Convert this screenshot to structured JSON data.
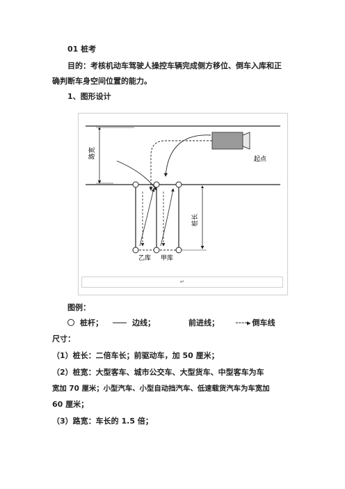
{
  "doc": {
    "heading": "01 桩考",
    "purpose_line1": "目的：考核机动车驾驶人操控车辆完成侧方移位、倒车入库和正",
    "purpose_line2": "确判断车身空间位置的能力。",
    "section": "1、图形设计",
    "legend_title": "图例：",
    "legend_pole": "桩杆；",
    "legend_edge": "边线；",
    "legend_forward": "前进线；",
    "legend_reverse": "倒车线",
    "size_title": "尺寸：",
    "item1": "（1）桩长：二倍车长；前驱动车，加 50 厘米；",
    "item2_line1": "（2）桩宽：大型客车、城市公交车、大型货车、中型客车为车",
    "item2_line2": "宽加 70 厘米；小型汽车、小型自动挡汽车、低速载货汽车为车宽加",
    "item2_line3": "60 厘米；",
    "item3": "（3）路宽：车长的 1.5 倍；"
  },
  "figure": {
    "label_road_width": "路宽",
    "label_pole_length": "桩长",
    "label_start": "起点",
    "label_garage_b": "乙库",
    "label_garage_a": "甲库",
    "caption_mark": "↵"
  },
  "icons": {
    "pole": "circle-outline-icon",
    "edge": "solid-line-icon",
    "reverse": "dashed-arrow-icon"
  }
}
